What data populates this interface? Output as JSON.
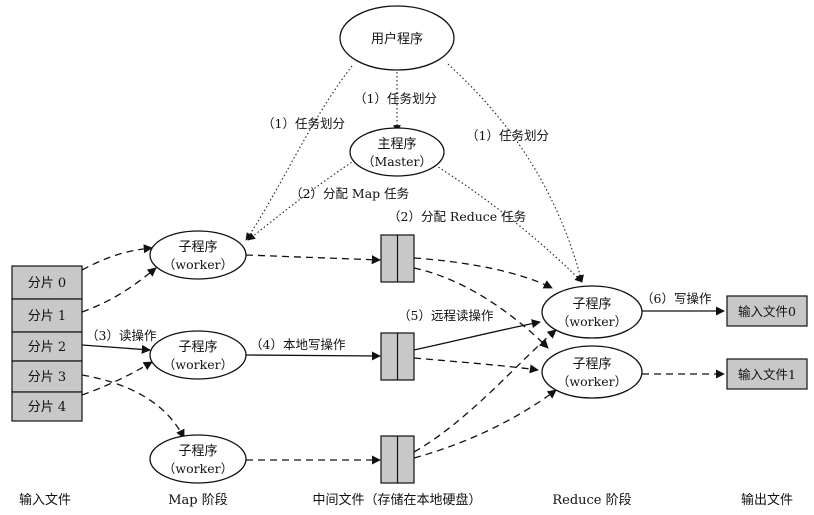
{
  "user_program": "用户程序",
  "master": {
    "line1": "主程序",
    "line2": "（Master）"
  },
  "worker": {
    "line1": "子程序",
    "line2": "（worker）"
  },
  "edge_labels": {
    "assign_left": "（1）任务划分",
    "assign_center": "（1）任务划分",
    "assign_right": "（1）任务划分",
    "assign_map": "（2）分配 Map 任务",
    "assign_reduce": "（2）分配 Reduce 任务",
    "read": "（3）读操作",
    "local_write": "（4）本地写操作",
    "remote_read": "（5）远程读操作",
    "write": "（6）写操作"
  },
  "splits": [
    "分片 0",
    "分片 1",
    "分片 2",
    "分片 3",
    "分片 4"
  ],
  "outputs": [
    "输入文件0",
    "输入文件1"
  ],
  "stages": [
    "输入文件",
    "Map 阶段",
    "中间文件（存储在本地硬盘）",
    "Reduce 阶段",
    "输出文件"
  ]
}
